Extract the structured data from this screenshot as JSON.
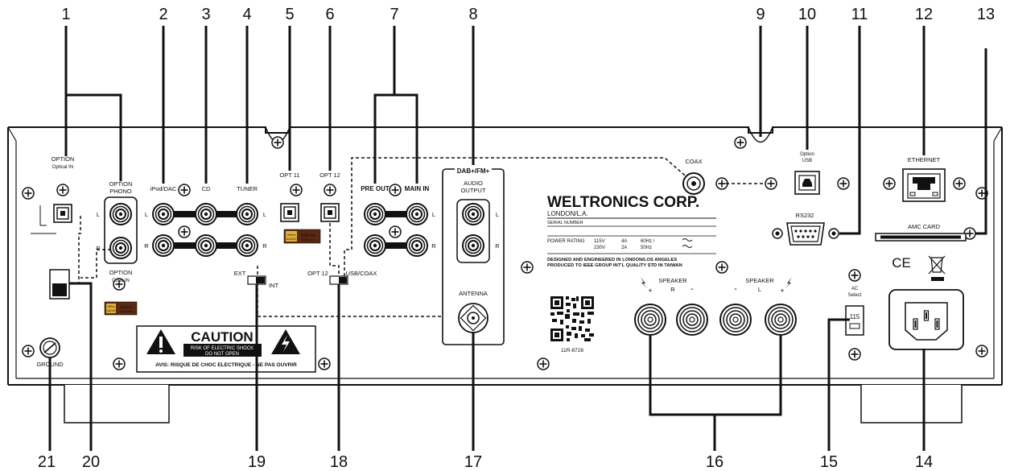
{
  "callouts": [
    "1",
    "2",
    "3",
    "4",
    "5",
    "6",
    "7",
    "8",
    "9",
    "10",
    "11",
    "12",
    "13",
    "14",
    "15",
    "16",
    "17",
    "18",
    "19",
    "20",
    "21"
  ],
  "labels": {
    "option_optical": "OPTION",
    "optical_in": "Optical IN",
    "option_phono": "OPTION",
    "phono": "PHONO",
    "option_coax": "OPTION",
    "coax_in": "Coax IN",
    "ipod_dac": "iPod/DAC",
    "cd": "CD",
    "tuner": "TUNER",
    "opt11": "OPT 11",
    "opt12": "OPT 12",
    "pre_out": "PRE OUT",
    "main_in": "MAIN IN",
    "dab_fm": "DAB+/FM+",
    "audio": "AUDIO",
    "output": "OUTPUT",
    "antenna": "ANTENNA",
    "coax": "COAX",
    "option_usb_1": "Option",
    "option_usb_2": "USB",
    "rs232": "RS232",
    "ethernet": "ETHERNET",
    "amc_card": "AMC CARD",
    "ac_select_1": "AC",
    "ac_select_2": "Select",
    "ac_value": "115",
    "speaker_r": "SPEAKER",
    "speaker_l": "SPEAKER",
    "r": "R",
    "l": "L",
    "ext": "EXT",
    "int": "INT",
    "opt12_switch": "OPT 12",
    "usb_coax": "USB/COAX",
    "ground": "GROUND",
    "ce": "CE",
    "qr_code": "11R-8728"
  },
  "brand": {
    "name": "WELTRONICS CORP.",
    "location": "LONDON/L.A.",
    "serial": "SERIAL NUMBER",
    "power_rating": "POWER RATING",
    "v1": "115V",
    "v2": "230V",
    "a1": "4A",
    "a2": "2A",
    "hz1": "60Hz /",
    "hz2": "50Hz",
    "designed": "DESIGNED AND ENGINEERED IN LONDON/LOS ANGELES",
    "produced": "PRODUCED TO IEEE GROUP INT'L QUALITY STD IN TAIWAN"
  },
  "caution": {
    "title": "CAUTION",
    "line1": "RISK OF ELECTRIC SHOCK",
    "line2": "DO NOT OPEN",
    "avis": "AVIS: RISQUE DE CHOC ELECTRIQUE - NE PAS OUVRIR"
  },
  "badges": {
    "hires": "HiRes",
    "audio": "AUDIO",
    "dab": "DAB for",
    "streamer": "Streamer"
  }
}
